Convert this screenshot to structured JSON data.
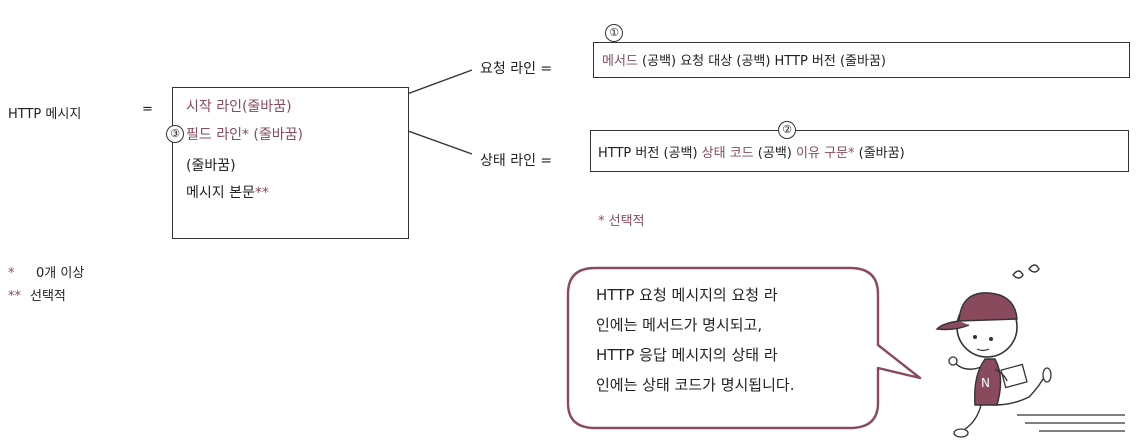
{
  "message_label": "HTTP 메시지",
  "equals": "=",
  "left_box": {
    "start_line": "시작 라인(줄바꿈)",
    "field_line": "필드 라인* (줄바꿈)",
    "crlf": "(줄바꿈)",
    "body_text": "메시지 본문",
    "body_marker": "**"
  },
  "markers": {
    "one": "①",
    "two": "②",
    "three": "③"
  },
  "request_line": {
    "label": "요청 라인 =",
    "method": "메서드",
    "rest": "(공백) 요청 대상 (공백) HTTP 버전 (줄바꿈)"
  },
  "status_line": {
    "label": "상태 라인 =",
    "version": "HTTP 버전 (공백)",
    "status": "상태 코드",
    "space": "(공백)",
    "reason": "이유 구문*",
    "newline": "(줄바꿈)"
  },
  "status_note": "* 선택적",
  "legend": [
    {
      "marker": "*",
      "text": "0개 이상"
    },
    {
      "marker": "**",
      "text": "선택적"
    }
  ],
  "bubble": [
    "HTTP 요청 메시지의 요청 라",
    "인에는 메서드가 명시되고,",
    "HTTP 응답 메시지의 상태 라",
    "인에는 상태 코드가 명시됩니다."
  ],
  "colors": {
    "accent": "#8a4a5e",
    "ink": "#222222",
    "cap": "#8a4a5e"
  }
}
